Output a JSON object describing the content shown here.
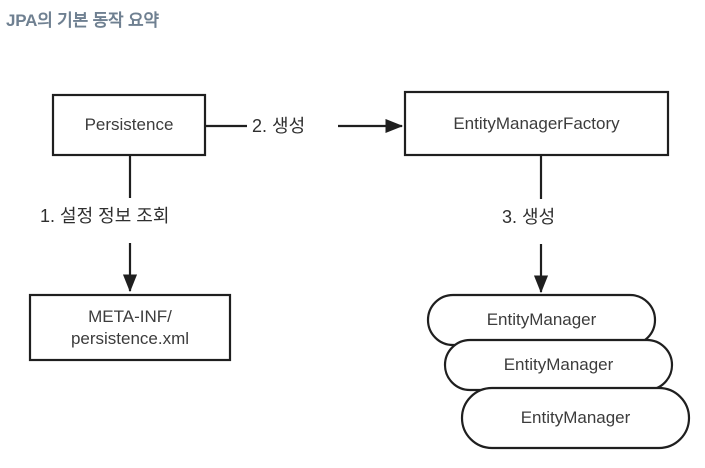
{
  "title": "JPA의 기본 동작 요약",
  "colors": {
    "title": "#6f8091",
    "text": "#3c3c3c",
    "stroke": "#1f1f1f",
    "background": "#ffffff"
  },
  "nodes": {
    "persistence": {
      "label": "Persistence",
      "shape": "rect"
    },
    "entity_manager_factory": {
      "label": "EntityManagerFactory",
      "shape": "rect"
    },
    "meta_inf": {
      "label": "META-INF/\npersistence.xml",
      "shape": "rect"
    },
    "entity_manager_1": {
      "label": "EntityManager",
      "shape": "rounded-rect"
    },
    "entity_manager_2": {
      "label": "EntityManager",
      "shape": "rounded-rect"
    },
    "entity_manager_3": {
      "label": "EntityManager",
      "shape": "rounded-rect"
    }
  },
  "edges": [
    {
      "id": "persistence-to-metainf",
      "label": "1. 설정 정보 조회",
      "from": "persistence",
      "to": "meta_inf",
      "direction": "down"
    },
    {
      "id": "persistence-to-emf",
      "label": "2. 생성",
      "from": "persistence",
      "to": "entity_manager_factory",
      "direction": "right"
    },
    {
      "id": "emf-to-entitymanagers",
      "label": "3. 생성",
      "from": "entity_manager_factory",
      "to": "entity_manager_1",
      "direction": "down"
    }
  ]
}
